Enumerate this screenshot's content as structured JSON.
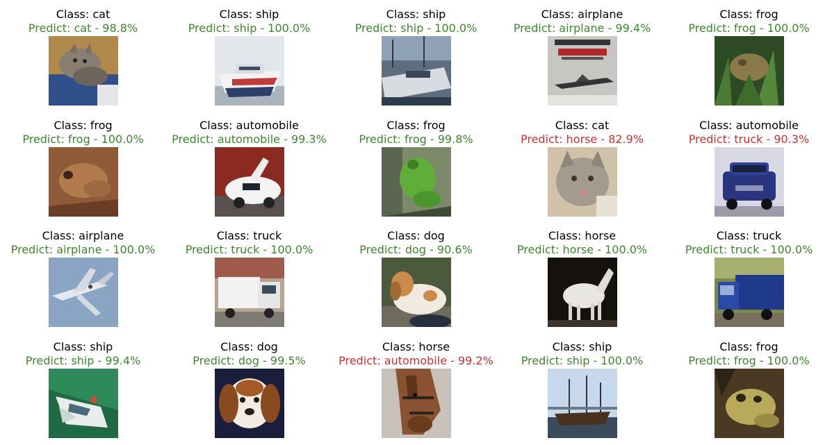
{
  "figure": {
    "colors": {
      "correct": "#3a8a2a",
      "wrong": "#d32f2f"
    },
    "panels": [
      {
        "class_label": "Class: cat",
        "predict_label": "Predict: cat - 98.8%",
        "correct": true,
        "image": "cat-on-blue-cloth"
      },
      {
        "class_label": "Class: ship",
        "predict_label": "Predict: ship - 100.0%",
        "correct": true,
        "image": "white-motor-yacht"
      },
      {
        "class_label": "Class: ship",
        "predict_label": "Predict: ship - 100.0%",
        "correct": true,
        "image": "boat-in-harbor"
      },
      {
        "class_label": "Class: airplane",
        "predict_label": "Predict: airplane - 99.4%",
        "correct": true,
        "image": "concorde-book-cover"
      },
      {
        "class_label": "Class: frog",
        "predict_label": "Predict: frog - 100.0%",
        "correct": true,
        "image": "frog-in-grass"
      },
      {
        "class_label": "Class: frog",
        "predict_label": "Predict: frog - 100.0%",
        "correct": true,
        "image": "brown-toad"
      },
      {
        "class_label": "Class: automobile",
        "predict_label": "Predict: automobile - 99.3%",
        "correct": true,
        "image": "white-car-gullwing"
      },
      {
        "class_label": "Class: frog",
        "predict_label": "Predict: frog - 99.8%",
        "correct": true,
        "image": "green-tree-frog"
      },
      {
        "class_label": "Class: cat",
        "predict_label": "Predict: horse - 82.9%",
        "correct": false,
        "image": "grey-cat-closeup"
      },
      {
        "class_label": "Class: automobile",
        "predict_label": "Predict: truck - 90.3%",
        "correct": false,
        "image": "blue-suv"
      },
      {
        "class_label": "Class: airplane",
        "predict_label": "Predict: airplane - 100.0%",
        "correct": true,
        "image": "fighter-jet"
      },
      {
        "class_label": "Class: truck",
        "predict_label": "Predict: truck - 100.0%",
        "correct": true,
        "image": "white-box-truck"
      },
      {
        "class_label": "Class: dog",
        "predict_label": "Predict: dog - 90.6%",
        "correct": true,
        "image": "spaniel-dog"
      },
      {
        "class_label": "Class: horse",
        "predict_label": "Predict: horse - 100.0%",
        "correct": true,
        "image": "white-horse-dark-bg"
      },
      {
        "class_label": "Class: truck",
        "predict_label": "Predict: truck - 100.0%",
        "correct": true,
        "image": "blue-dump-truck"
      },
      {
        "class_label": "Class: ship",
        "predict_label": "Predict: ship - 99.4%",
        "correct": true,
        "image": "boat-in-green-water"
      },
      {
        "class_label": "Class: dog",
        "predict_label": "Predict: dog - 99.5%",
        "correct": true,
        "image": "beagle-puppy"
      },
      {
        "class_label": "Class: horse",
        "predict_label": "Predict: automobile - 99.2%",
        "correct": false,
        "image": "horse-head-bridle"
      },
      {
        "class_label": "Class: ship",
        "predict_label": "Predict: ship - 100.0%",
        "correct": true,
        "image": "sailing-ship"
      },
      {
        "class_label": "Class: frog",
        "predict_label": "Predict: frog - 100.0%",
        "correct": true,
        "image": "yellow-toad"
      }
    ]
  }
}
